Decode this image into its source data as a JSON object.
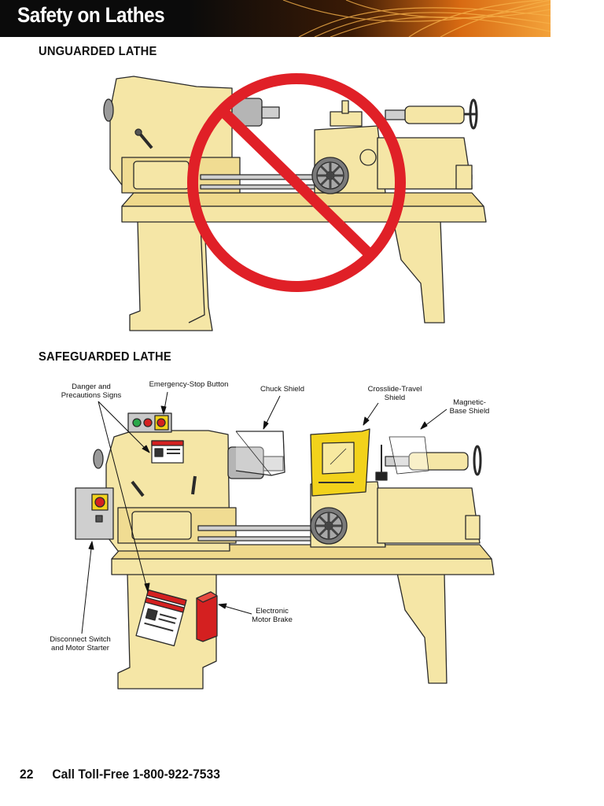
{
  "header": {
    "title": "Safety on Lathes"
  },
  "sections": {
    "unguarded": {
      "heading": "UNGUARDED LATHE"
    },
    "safeguarded": {
      "heading": "SAFEGUARDED LATHE"
    }
  },
  "callouts": {
    "danger_signs": "Danger and Precautions Signs",
    "estop": "Emergency-Stop Button",
    "chuck_shield": "Chuck Shield",
    "crosslide": "Crosslide-Travel Shield",
    "magnetic": "Magnetic-Base Shield",
    "brake": "Electronic Motor Brake",
    "disconnect": "Disconnect Switch and Motor Starter"
  },
  "footer": {
    "page": "22",
    "phone": "Call Toll-Free 1-800-922-7533"
  },
  "colors": {
    "machine": "#f5e6a6",
    "outline": "#2a2a2a",
    "prohibit": "#e02027",
    "shield_yellow": "#f2d21b",
    "brake_red": "#d42020",
    "banner_orange": "#e8831e"
  }
}
